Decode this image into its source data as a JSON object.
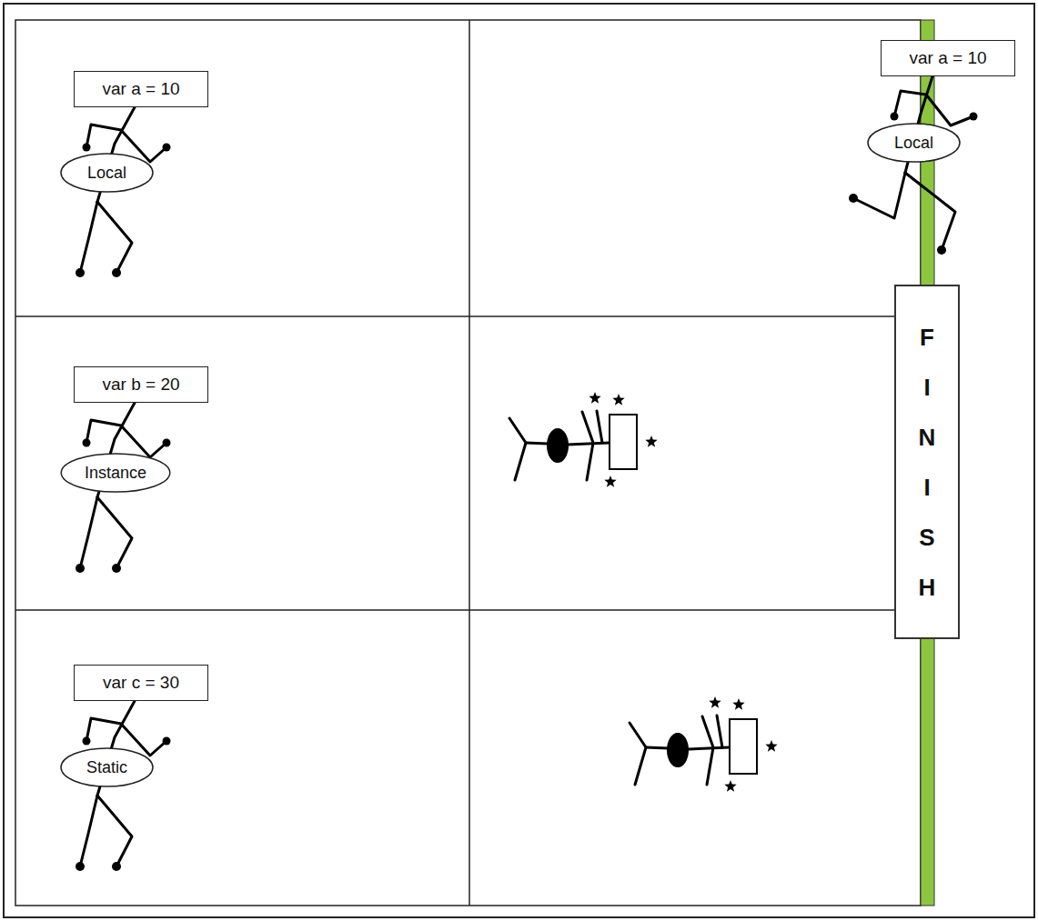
{
  "diagram": {
    "nodes": [
      {
        "text": [
          "var a = 10"
        ]
      },
      {
        "text": [
          "Local"
        ]
      },
      {
        "text": [
          "var a = 10"
        ]
      },
      {
        "text": [
          "Local"
        ]
      },
      {
        "text": [
          "FINISH"
        ]
      },
      {
        "text": [
          "var b = 20"
        ]
      },
      {
        "text": [
          "Instance"
        ]
      },
      {
        "text": [
          "var c = 30"
        ]
      },
      {
        "text": [
          "Static"
        ]
      }
    ]
  }
}
